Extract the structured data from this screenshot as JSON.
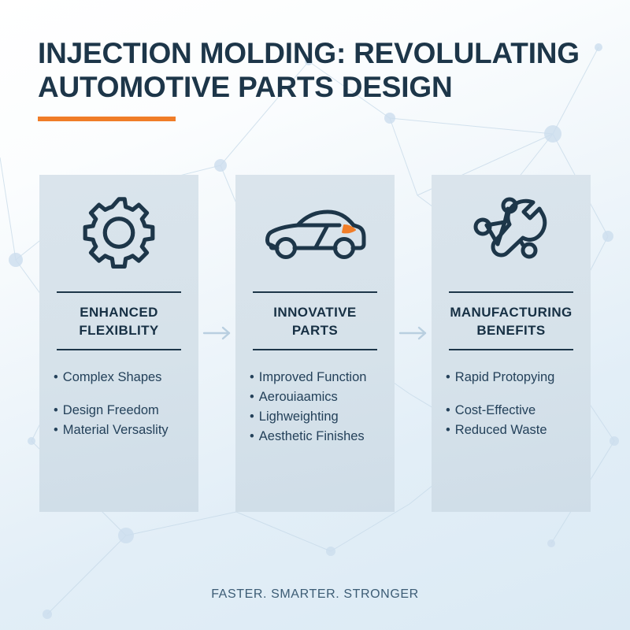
{
  "poster": {
    "title": "INJECTION MOLDING:  REVOLULATING\nAUTOMOTIVE PARTS DESIGN",
    "accent_color": "#f07d28",
    "text_color": "#1d3649",
    "card_bg_color": "#d9e3eb",
    "page_bg_color": "#eaf3f9",
    "tagline": "FASTER. SMARTER. STRONGER"
  },
  "cards": [
    {
      "icon": "gear-icon",
      "title": "ENHANCED\nFLEXIBLITY",
      "bullets": [
        {
          "text": "Complex Shapes",
          "gap_before": false
        },
        {
          "text": "Design Freedom",
          "gap_before": true
        },
        {
          "text": "Material Versaslity",
          "gap_before": false
        }
      ]
    },
    {
      "icon": "car-icon",
      "title": "INNOVATIVE\nPARTS",
      "bullets": [
        {
          "text": "Improved Function",
          "gap_before": false
        },
        {
          "text": "Aerouiaamics",
          "gap_before": false
        },
        {
          "text": "Lighweighting",
          "gap_before": false
        },
        {
          "text": "Aesthetic Finishes",
          "gap_before": false
        }
      ]
    },
    {
      "icon": "wrench-network-icon",
      "title": "MANUFACTURING\nBENEFITS",
      "bullets": [
        {
          "text": "Rapid Protopying",
          "gap_before": false
        },
        {
          "text": "Cost-Effective",
          "gap_before": true
        },
        {
          "text": "Reduced Waste",
          "gap_before": false
        }
      ]
    }
  ],
  "connectors": [
    {
      "name": "arrow-right-icon"
    },
    {
      "name": "arrow-right-icon"
    }
  ],
  "bullet_glyph": "•"
}
